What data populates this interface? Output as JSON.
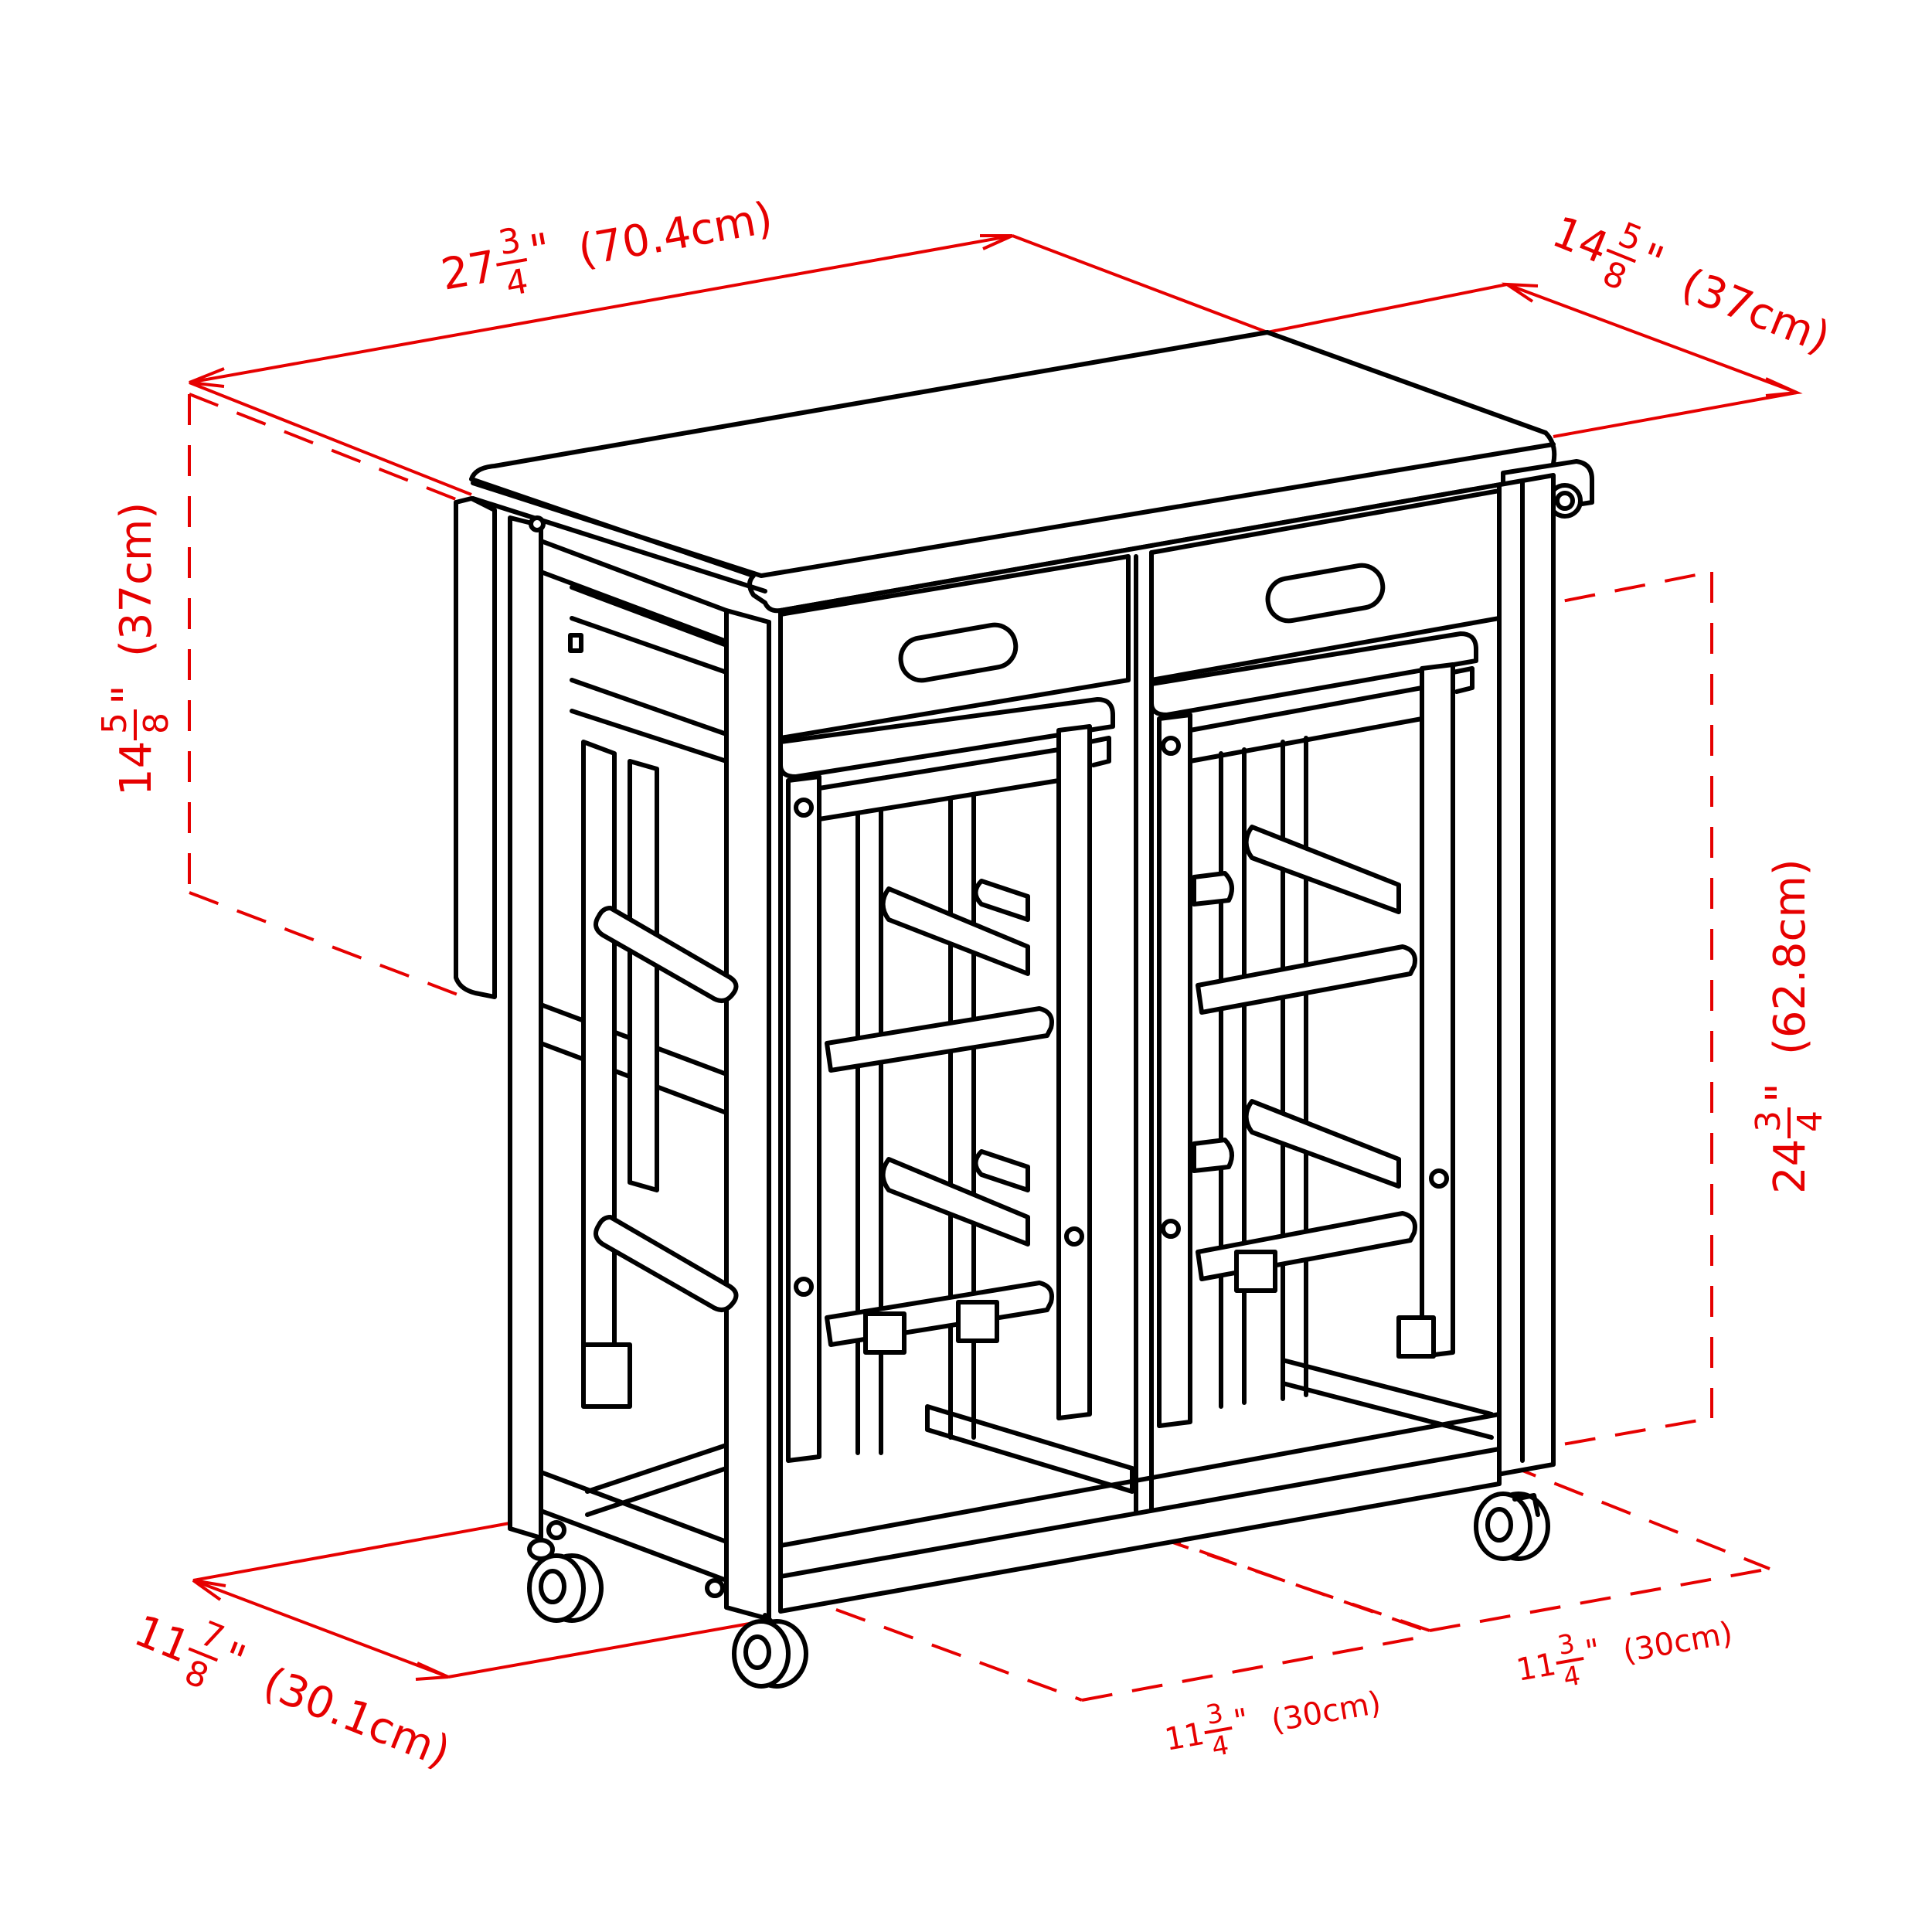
{
  "diagram": {
    "subject": "Kitchen cart with drop leaf, two drawers and two stools on casters",
    "colors": {
      "outline": "#000000",
      "dimension": "#e60000",
      "background": "#ffffff"
    },
    "dimensions": {
      "width": {
        "whole": "27",
        "num": "3",
        "den": "4",
        "inch_mark": "\"",
        "metric": "(70.4cm)"
      },
      "depth_top": {
        "whole": "14",
        "num": "5",
        "den": "8",
        "inch_mark": "\"",
        "metric": "(37cm)"
      },
      "drop_leaf": {
        "whole": "14",
        "num": "5",
        "den": "8",
        "inch_mark": "\"",
        "metric": "(37cm)"
      },
      "height": {
        "whole": "24",
        "num": "3",
        "den": "4",
        "inch_mark": "\"",
        "metric": "(62.8cm)"
      },
      "base_depth": {
        "whole": "11",
        "num": "7",
        "den": "8",
        "inch_mark": "\"",
        "metric": "(30.1cm)"
      },
      "stool_front": {
        "whole": "11",
        "num": "3",
        "den": "4",
        "inch_mark": "\"",
        "metric": "(30cm)"
      },
      "stool_side": {
        "whole": "11",
        "num": "3",
        "den": "4",
        "inch_mark": "\"",
        "metric": "(30cm)"
      }
    }
  }
}
